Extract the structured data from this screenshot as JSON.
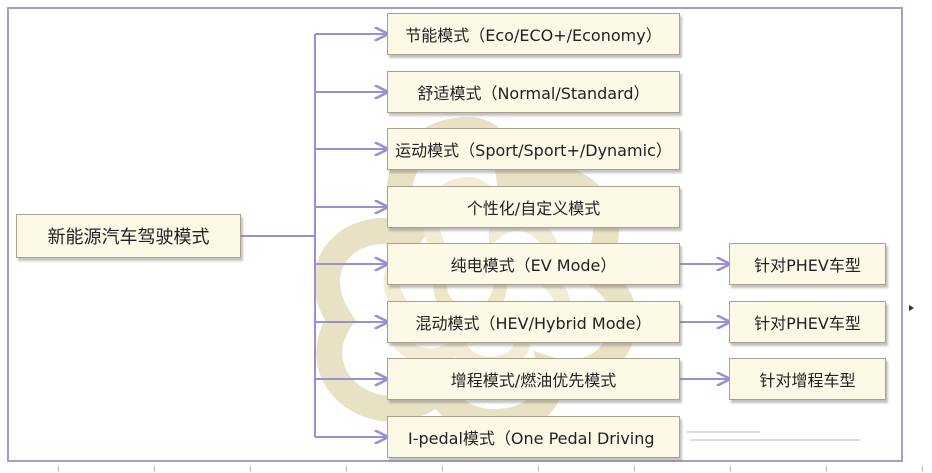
{
  "root": {
    "label": "新能源汽车驾驶模式"
  },
  "modes": [
    {
      "label": "节能模式（Eco/ECO+/Economy）"
    },
    {
      "label": "舒适模式（Normal/Standard）"
    },
    {
      "label": "运动模式（Sport/Sport+/Dynamic）"
    },
    {
      "label": "个性化/自定义模式"
    },
    {
      "label": "纯电模式（EV Mode）"
    },
    {
      "label": "混动模式（HEV/Hybrid Mode）"
    },
    {
      "label": "增程模式/燃油优先模式"
    },
    {
      "label": "I-pedal模式（One Pedal Driving"
    }
  ],
  "targets": [
    {
      "label": "针对PHEV车型"
    },
    {
      "label": "针对PHEV车型"
    },
    {
      "label": "针对增程车型"
    }
  ],
  "colors": {
    "connector": "#9b8fcf",
    "frame": "#a99ccc",
    "box_fill": "#fcf9e6",
    "box_border": "#aaa08c"
  }
}
